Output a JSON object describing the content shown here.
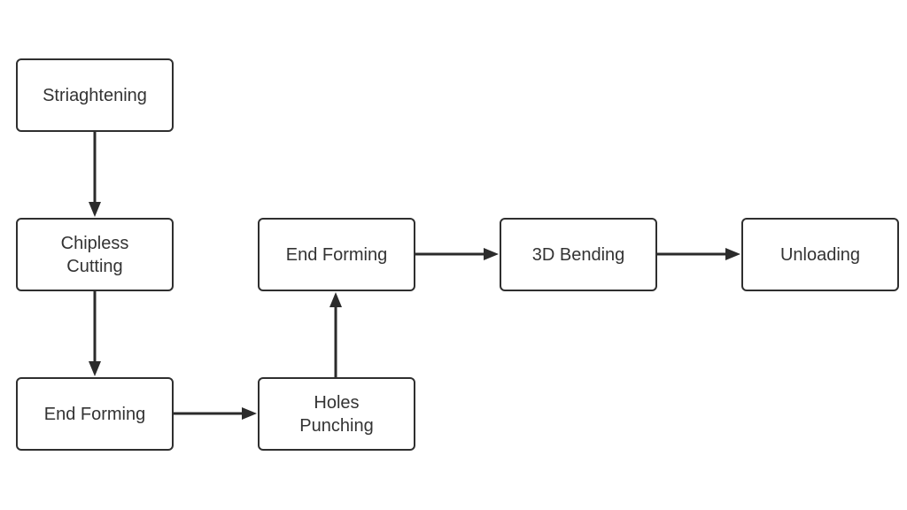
{
  "diagram": {
    "nodes": [
      {
        "id": "n1",
        "label": "Striaghtening"
      },
      {
        "id": "n2",
        "label": "Chipless\nCutting"
      },
      {
        "id": "n3",
        "label": "End Forming"
      },
      {
        "id": "n4",
        "label": "Holes\nPunching"
      },
      {
        "id": "n5",
        "label": "End Forming"
      },
      {
        "id": "n6",
        "label": "3D Bending"
      },
      {
        "id": "n7",
        "label": "Unloading"
      }
    ],
    "edges": [
      {
        "from": "n1",
        "to": "n2"
      },
      {
        "from": "n2",
        "to": "n3"
      },
      {
        "from": "n3",
        "to": "n4"
      },
      {
        "from": "n4",
        "to": "n5"
      },
      {
        "from": "n5",
        "to": "n6"
      },
      {
        "from": "n6",
        "to": "n7"
      }
    ]
  },
  "colors": {
    "stroke": "#2f2f2f",
    "text": "#333333",
    "background": "#ffffff"
  }
}
